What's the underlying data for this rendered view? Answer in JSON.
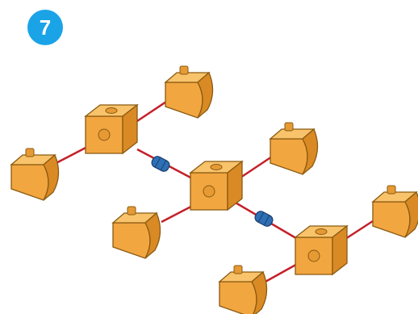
{
  "step": {
    "number": "7"
  },
  "colors": {
    "badge": "#1ba3e8",
    "block_front": "#f2a640",
    "block_top": "#f8c36a",
    "block_side": "#d98a24",
    "outline": "#8a5a12",
    "connector_line": "#c4202a",
    "axle": "#2e6fb5"
  },
  "parts": {
    "cubes": 3,
    "wedges": 6,
    "axles": 2
  }
}
